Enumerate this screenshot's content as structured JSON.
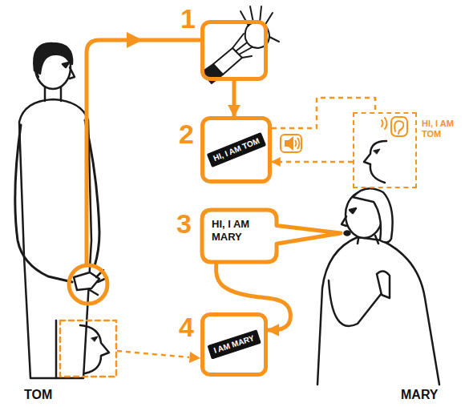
{
  "diagram": {
    "nodes": [
      {
        "text": [
          "1"
        ]
      },
      {
        "text": [
          "2",
          "HI, I AM TOM"
        ]
      },
      {
        "text": [
          "HI, I AM TOM"
        ]
      },
      {
        "text": [
          "3",
          "HI, I AM MARY"
        ]
      },
      {
        "text": [
          "4",
          "I AM MARY"
        ]
      }
    ],
    "edges": [
      {
        "from": 0,
        "to": 1,
        "arrow": "to"
      },
      {
        "from": 1,
        "to": 2,
        "arrow": "none"
      },
      {
        "from": 2,
        "to": 1,
        "arrow": "to"
      },
      {
        "from": 3,
        "to": 4,
        "arrow": "to"
      }
    ],
    "labels": [
      "TOM",
      "MARY"
    ]
  }
}
